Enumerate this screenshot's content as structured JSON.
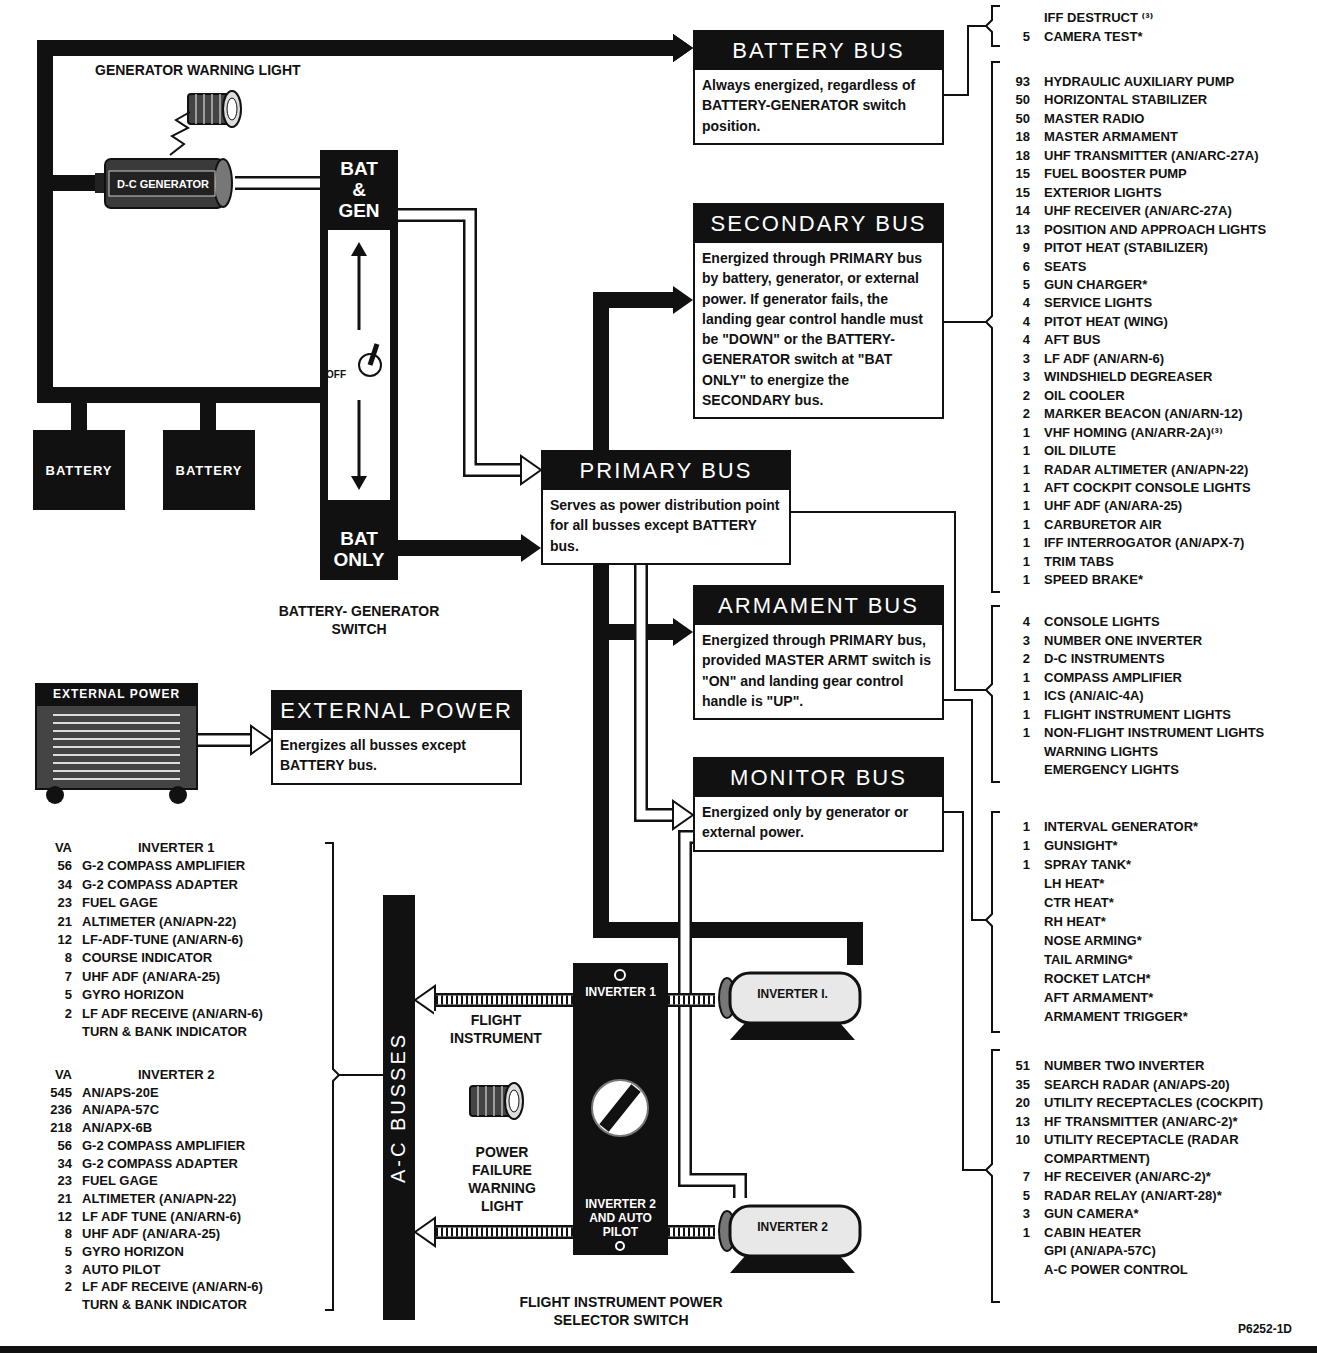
{
  "diagram": {
    "nodes": [
      {
        "text": [
          "BATTERY BUS",
          "Always energized, regardless of BATTERY-GENERATOR switch position."
        ]
      },
      {
        "text": [
          "SECONDARY BUS",
          "Energized through PRIMARY bus by battery, generator, or external power. If generator fails, the landing gear control handle must be \"DOWN\" or the BATTERY-GENERATOR switch at \"BAT ONLY\" to energize the SECONDARY bus."
        ]
      },
      {
        "text": [
          "PRIMARY BUS",
          "Serves as power distribution point for all busses except BATTERY bus."
        ]
      },
      {
        "text": [
          "ARMAMENT BUS",
          "Energized through PRIMARY bus, provided MASTER ARMT switch is \"ON\" and landing gear control handle is \"UP\"."
        ]
      },
      {
        "text": [
          "MONITOR BUS",
          "Energized only by generator or external power."
        ]
      },
      {
        "text": [
          "EXTERNAL POWER",
          "Energizes all busses except BATTERY bus."
        ]
      },
      {
        "text": [
          "D-C GENERATOR"
        ]
      },
      {
        "text": [
          "BATTERY"
        ]
      },
      {
        "text": [
          "BATTERY"
        ]
      },
      {
        "text": [
          "BAT & GEN",
          "OFF",
          "BAT ONLY",
          "BATTERY- GENERATOR SWITCH"
        ]
      },
      {
        "text": [
          "EXTERNAL POWER"
        ]
      },
      {
        "text": [
          "INVERTER I."
        ]
      },
      {
        "text": [
          "INVERTER 2"
        ]
      },
      {
        "text": [
          "INVERTER 1",
          "INVERTER 2 AND AUTO PILOT",
          "FLIGHT INSTRUMENT POWER SELECTOR SWITCH"
        ]
      },
      {
        "text": [
          "A-C BUSSES"
        ]
      }
    ],
    "edges": [
      {
        "from": 6,
        "to": 0,
        "arrow": "to"
      },
      {
        "from": 7,
        "to": 0,
        "arrow": "to"
      },
      {
        "from": 8,
        "to": 0,
        "arrow": "to"
      },
      {
        "from": 7,
        "to": 9,
        "arrow": "none"
      },
      {
        "from": 8,
        "to": 9,
        "arrow": "none"
      },
      {
        "from": 6,
        "to": 9,
        "arrow": "none"
      },
      {
        "from": 9,
        "to": 2,
        "arrow": "to"
      },
      {
        "from": 9,
        "to": 2,
        "arrow": "to"
      },
      {
        "from": 2,
        "to": 1,
        "arrow": "to"
      },
      {
        "from": 2,
        "to": 3,
        "arrow": "to"
      },
      {
        "from": 2,
        "to": 4,
        "arrow": "to"
      },
      {
        "from": 2,
        "to": 11,
        "arrow": "none"
      },
      {
        "from": 4,
        "to": 12,
        "arrow": "none"
      },
      {
        "from": 10,
        "to": 5,
        "arrow": "to"
      },
      {
        "from": 11,
        "to": 13,
        "arrow": "none"
      },
      {
        "from": 13,
        "to": 14,
        "arrow": "to",
        "label": "FLIGHT INSTRUMENT"
      },
      {
        "from": 12,
        "to": 13,
        "arrow": "none"
      },
      {
        "from": 13,
        "to": 14,
        "arrow": "to"
      }
    ],
    "labels": [
      "GENERATOR WARNING LIGHT",
      "IFF DESTRUCT ⁽³⁾",
      "5",
      "CAMERA TEST*",
      "93",
      "HYDRAULIC AUXILIARY PUMP",
      "50",
      "HORIZONTAL STABILIZER",
      "50",
      "MASTER RADIO",
      "18",
      "MASTER ARMAMENT",
      "18",
      "UHF TRANSMITTER (AN/ARC-27A)",
      "15",
      "FUEL BOOSTER PUMP",
      "15",
      "EXTERIOR LIGHTS",
      "14",
      "UHF RECEIVER (AN/ARC-27A)",
      "13",
      "POSITION AND APPROACH LIGHTS",
      "9",
      "PITOT HEAT (STABILIZER)",
      "6",
      "SEATS",
      "5",
      "GUN CHARGER*",
      "4",
      "SERVICE LIGHTS",
      "4",
      "PITOT HEAT (WING)",
      "4",
      "AFT BUS",
      "3",
      "LF ADF (AN/ARN-6)",
      "3",
      "WINDSHIELD DEGREASER",
      "2",
      "OIL COOLER",
      "2",
      "MARKER BEACON (AN/ARN-12)",
      "1",
      "VHF HOMING (AN/ARR-2A)⁽³⁾",
      "1",
      "OIL DILUTE",
      "1",
      "RADAR ALTIMETER (AN/APN-22)",
      "1",
      "AFT COCKPIT CONSOLE LIGHTS",
      "1",
      "UHF ADF (AN/ARA-25)",
      "1",
      "CARBURETOR AIR",
      "1",
      "IFF INTERROGATOR (AN/APX-7)",
      "1",
      "TRIM TABS",
      "1",
      "SPEED BRAKE*",
      "4",
      "CONSOLE LIGHTS",
      "3",
      "NUMBER ONE INVERTER",
      "2",
      "D-C INSTRUMENTS",
      "1",
      "COMPASS AMPLIFIER",
      "1",
      "ICS (AN/AIC-4A)",
      "1",
      "FLIGHT INSTRUMENT LIGHTS",
      "1",
      "NON-FLIGHT INSTRUMENT LIGHTS",
      "WARNING LIGHTS",
      "EMERGENCY LIGHTS",
      "1",
      "INTERVAL GENERATOR*",
      "1",
      "GUNSIGHT*",
      "1",
      "SPRAY TANK*",
      "LH HEAT*",
      "CTR HEAT*",
      "RH HEAT*",
      "NOSE ARMING*",
      "TAIL ARMING*",
      "ROCKET LATCH*",
      "AFT ARMAMENT*",
      "ARMAMENT TRIGGER*",
      "51",
      "NUMBER TWO INVERTER",
      "35",
      "SEARCH RADAR (AN/APS-20)",
      "20",
      "UTILITY RECEPTACLES (COCKPIT)",
      "13",
      "HF TRANSMITTER (AN/ARC-2)*",
      "10",
      "UTILITY RECEPTACLE (RADAR COMPARTMENT)",
      "7",
      "HF RECEIVER (AN/ARC-2)*",
      "5",
      "RADAR RELAY (AN/ART-28)*",
      "3",
      "GUN CAMERA*",
      "1",
      "CABIN HEATER",
      "GPI (AN/APA-57C)",
      "A-C POWER CONTROL",
      "VA",
      "INVERTER 1",
      "56",
      "G-2 COMPASS AMPLIFIER",
      "34",
      "G-2 COMPASS ADAPTER",
      "23",
      "FUEL GAGE",
      "21",
      "ALTIMETER (AN/APN-22)",
      "12",
      "LF-ADF-TUNE (AN/ARN-6)",
      "8",
      "COURSE INDICATOR",
      "7",
      "UHF ADF (AN/ARA-25)",
      "5",
      "GYRO HORIZON",
      "2",
      "LF ADF RECEIVE (AN/ARN-6)",
      "TURN & BANK INDICATOR",
      "VA",
      "INVERTER 2",
      "545",
      "AN/APS-20E",
      "236",
      "AN/APA-57C",
      "218",
      "AN/APX-6B",
      "56",
      "G-2 COMPASS AMPLIFIER",
      "34",
      "G-2 COMPASS ADAPTER",
      "23",
      "FUEL GAGE",
      "21",
      "ALTIMETER (AN/APN-22)",
      "12",
      "LF ADF TUNE (AN/ARN-6)",
      "8",
      "UHF ADF (AN/ARA-25)",
      "5",
      "GYRO HORIZON",
      "3",
      "AUTO PILOT",
      "2",
      "LF ADF RECEIVE (AN/ARN-6)",
      "TURN & BANK INDICATOR",
      "POWER FAILURE WARNING LIGHT",
      "P6252-1D"
    ]
  }
}
